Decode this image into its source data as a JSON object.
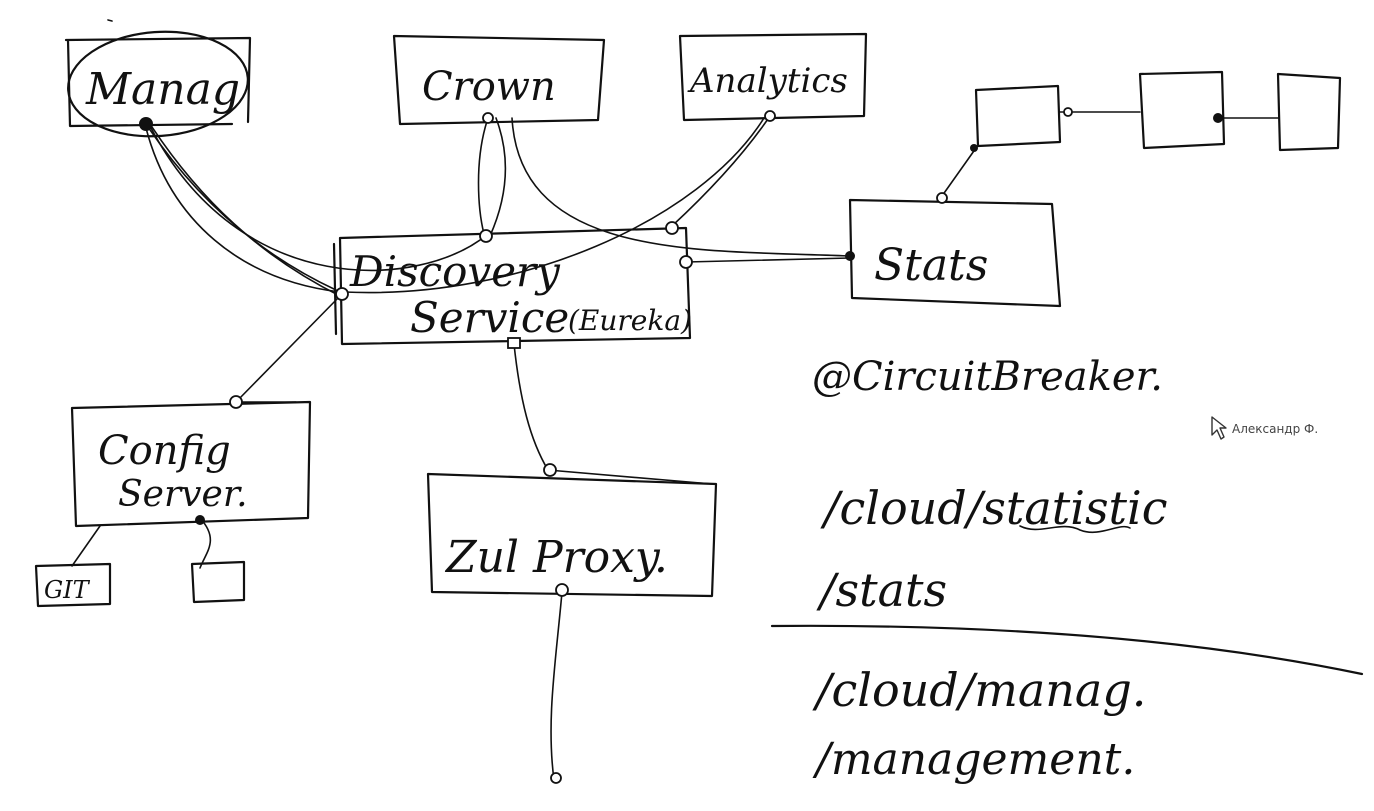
{
  "nodes": {
    "manag": "Manag",
    "crown": "Crown",
    "analytics": "Analytics",
    "discovery_line1": "Discovery",
    "discovery_line2": "Service",
    "eureka": "(Eureka)",
    "stats": "Stats",
    "config_line1": "Config",
    "config_line2": "Server.",
    "git": "GIT",
    "zuul": "Zul Proxy."
  },
  "notes": {
    "circuit_breaker": "@CircuitBreaker.",
    "route1": "/cloud/statistic",
    "route2": "/stats",
    "route3": "/cloud/manag.",
    "route4": "/management."
  },
  "cursor": {
    "user_label": "Александр Ф.",
    "icon": "pointer-icon"
  },
  "colors": {
    "ink": "#111111",
    "background": "#ffffff"
  }
}
